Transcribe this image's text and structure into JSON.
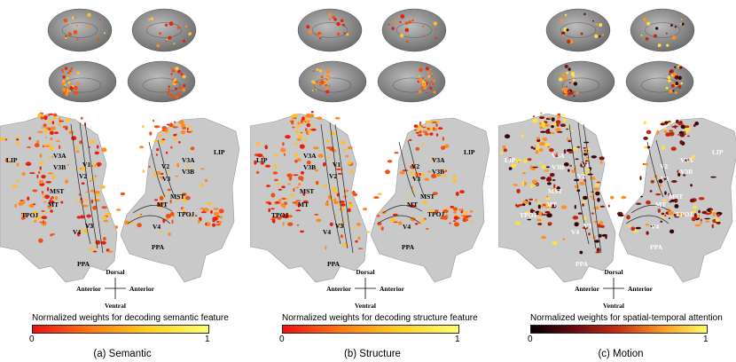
{
  "panels": [
    {
      "caption": "(a) Semantic",
      "colorbar": {
        "title": "Normalized weights for decoding semantic feature",
        "min": "0",
        "max": "1",
        "colors": [
          "#ee1010",
          "#ff7a10",
          "#ffd020",
          "#ffff70"
        ]
      },
      "compass": {
        "top": "Dorsal",
        "bottom": "Ventral",
        "left": "Anterior",
        "right": "Anterior"
      },
      "left_rois": [
        "LIP",
        "V3A",
        "V3B",
        "V1",
        "V2",
        "V3",
        "MST",
        "MT",
        "TPOJ",
        "V4",
        "V3",
        "PPA"
      ],
      "right_rois": [
        "LIP",
        "V3A",
        "V2",
        "V3B",
        "V3",
        "MST",
        "MT",
        "TPOJ",
        "V4",
        "PPA"
      ]
    },
    {
      "caption": "(b) Structure",
      "colorbar": {
        "title": "Normalized weights for decoding structure feature",
        "min": "0",
        "max": "1",
        "colors": [
          "#ee1010",
          "#ff7a10",
          "#ffd020",
          "#ffff70"
        ]
      },
      "compass": {
        "top": "Dorsal",
        "bottom": "Ventral",
        "left": "Anterior",
        "right": "Anterior"
      },
      "left_rois": [
        "LIP",
        "V3A",
        "V3B",
        "V1",
        "V2",
        "V3",
        "MST",
        "MT",
        "TPOJ",
        "V4",
        "V3",
        "PPA"
      ],
      "right_rois": [
        "LIP",
        "V3A",
        "V2",
        "V3B",
        "V3",
        "MST",
        "MT",
        "TPOJ",
        "V4",
        "PPA"
      ]
    },
    {
      "caption": "(c) Motion",
      "colorbar": {
        "title": "Normalized weights for spatial-temporal attention",
        "min": "0",
        "max": "1",
        "colors": [
          "#000000",
          "#6a0a10",
          "#c83010",
          "#ff9a20",
          "#ffff60"
        ]
      },
      "compass": {
        "top": "Dorsal",
        "bottom": "Ventral",
        "left": "Anterior",
        "right": "Anterior"
      },
      "left_rois": [
        "LIP",
        "V3A",
        "V3B",
        "V1",
        "V2",
        "V3",
        "MST",
        "MT",
        "TPOJ",
        "V4",
        "V3",
        "PPA"
      ],
      "right_rois": [
        "LIP",
        "V3A",
        "V2",
        "V3B",
        "V3",
        "MST",
        "MT",
        "TPOJ",
        "V4",
        "PPA"
      ]
    }
  ]
}
